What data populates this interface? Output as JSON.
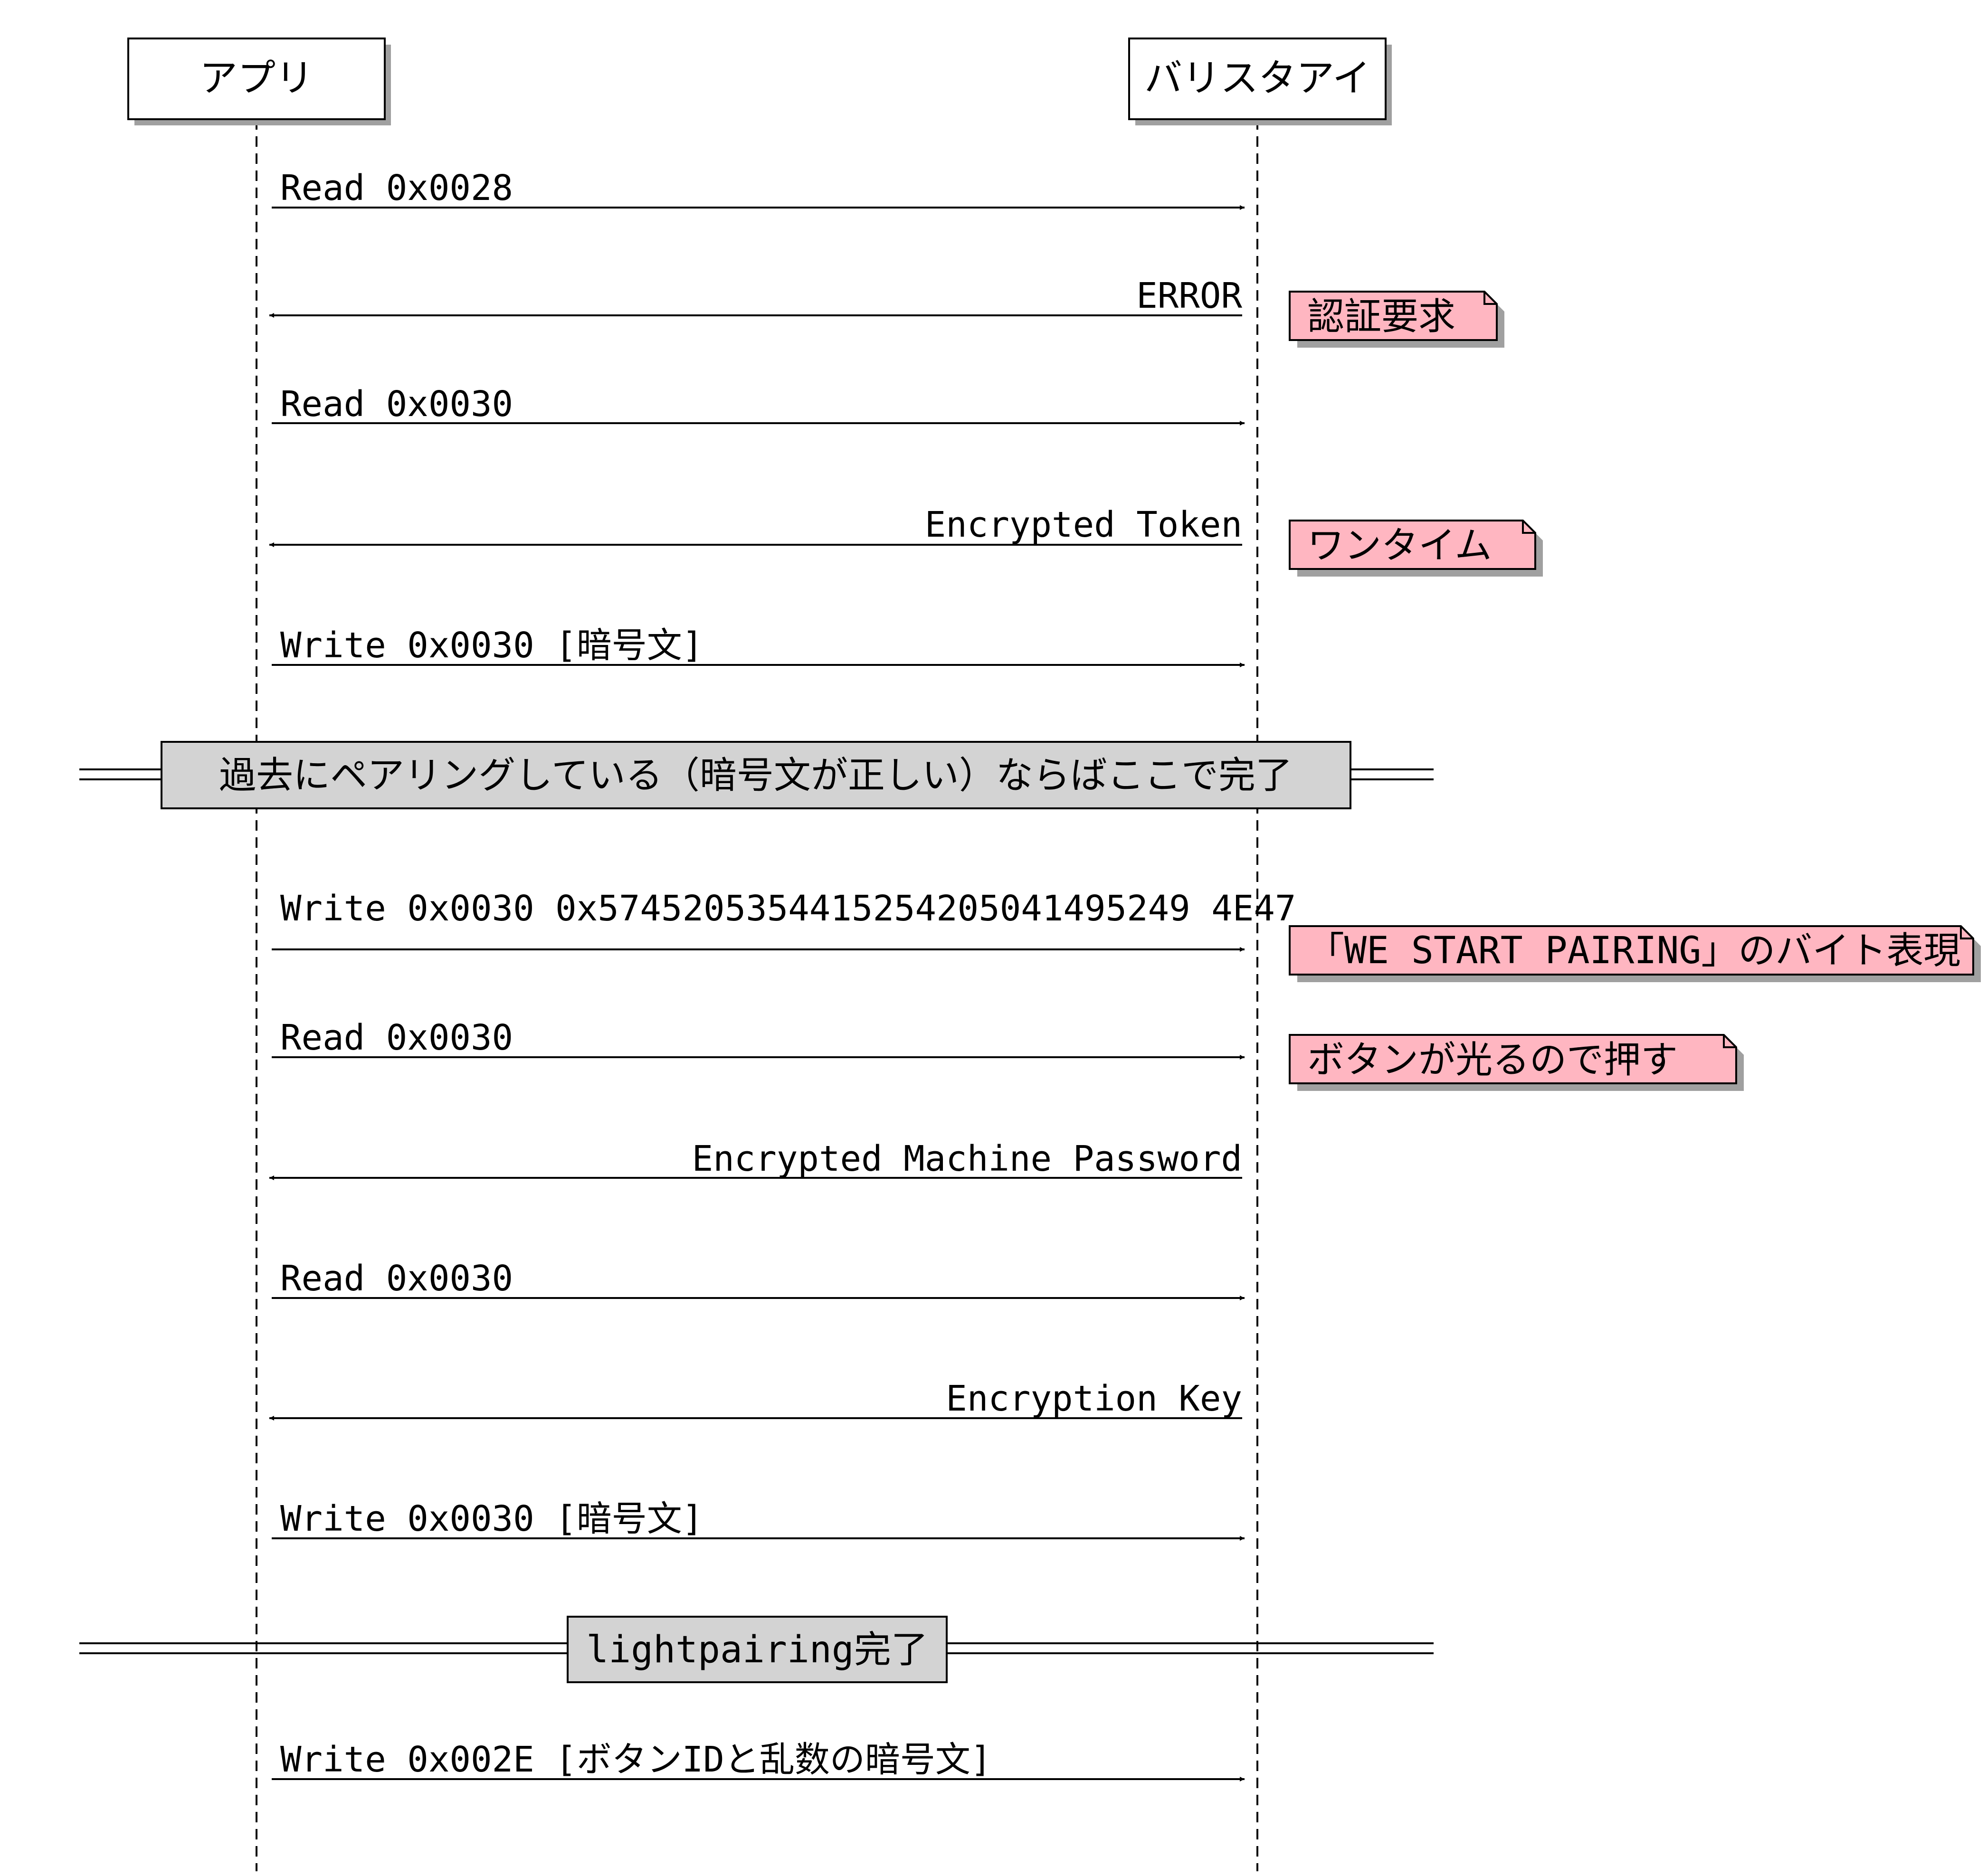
{
  "participants": [
    {
      "id": "app",
      "label": "アプリ"
    },
    {
      "id": "barista",
      "label": "バリスタアイ"
    }
  ],
  "messages": [
    {
      "from": "app",
      "to": "barista",
      "label": "Read 0x0028"
    },
    {
      "from": "barista",
      "to": "app",
      "label": "ERROR",
      "note": "認証要求"
    },
    {
      "from": "app",
      "to": "barista",
      "label": "Read 0x0030"
    },
    {
      "from": "barista",
      "to": "app",
      "label": "Encrypted Token",
      "note": "ワンタイム"
    },
    {
      "from": "app",
      "to": "barista",
      "label": "Write 0x0030 [暗号文]"
    },
    {
      "divider": "過去にペアリングしている（暗号文が正しい）ならばここで完了"
    },
    {
      "from": "app",
      "to": "barista",
      "label": "Write 0x0030 0x5745205354415254205041495249 4E47",
      "note": "「WE START PAIRING」のバイト表現"
    },
    {
      "from": "app",
      "to": "barista",
      "label": "Read 0x0030",
      "note": "ボタンが光るので押す"
    },
    {
      "from": "barista",
      "to": "app",
      "label": "Encrypted Machine Password"
    },
    {
      "from": "app",
      "to": "barista",
      "label": "Read 0x0030"
    },
    {
      "from": "barista",
      "to": "app",
      "label": "Encryption Key"
    },
    {
      "from": "app",
      "to": "barista",
      "label": "Write 0x0030 [暗号文]"
    },
    {
      "divider": "lightpairing完了"
    },
    {
      "from": "app",
      "to": "barista",
      "label": "Write 0x002E [ボタンIDと乱数の暗号文]"
    }
  ],
  "colors": {
    "note_fill": "#FFB6C1",
    "divider_fill": "#D3D3D3",
    "participant_fill": "#FFFFFF",
    "shadow": "#A0A0A0",
    "line": "#000000"
  }
}
